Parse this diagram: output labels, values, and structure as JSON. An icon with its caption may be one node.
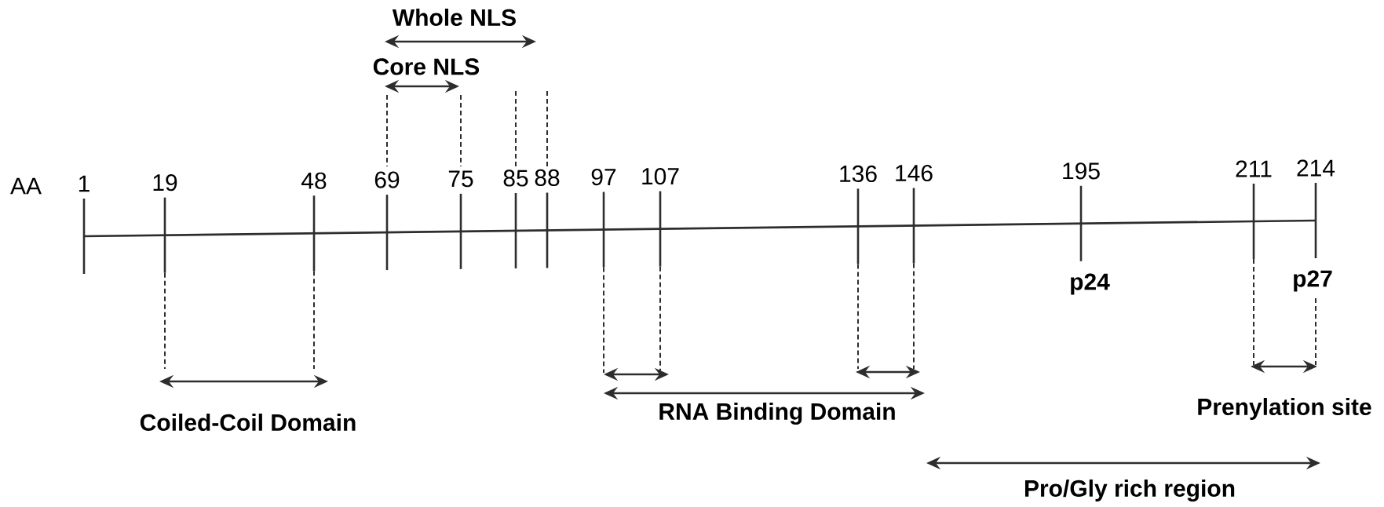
{
  "diagram": {
    "labels": [
      "Whole NLS",
      "Core NLS",
      "AA",
      "1",
      "19",
      "48",
      "69",
      "75",
      "85",
      "88",
      "97",
      "107",
      "136",
      "146",
      "195",
      "211",
      "214",
      "p24",
      "p27",
      "Coiled-Coil Domain",
      "RNA Binding Domain",
      "Prenylation site",
      "Pro/Gly rich region"
    ]
  }
}
